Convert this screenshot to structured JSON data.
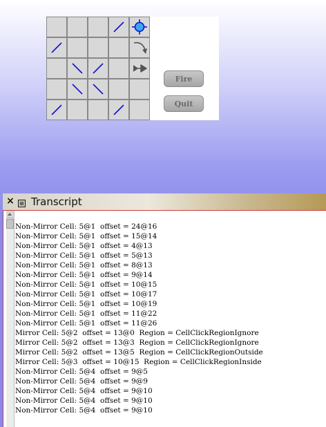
{
  "game": {
    "buttons": {
      "fire_label": "Fire",
      "quit_label": "Quit"
    },
    "mirror_color": "#1010cc",
    "grid": {
      "rows": 5,
      "cols": 5,
      "cells": [
        [
          "",
          "",
          "",
          "/",
          "target"
        ],
        [
          "/",
          "",
          "",
          "",
          "rotate"
        ],
        [
          "",
          "\\",
          "/",
          "",
          "gun"
        ],
        [
          "",
          "\\",
          "\\",
          "",
          ""
        ],
        [
          "/",
          "",
          "",
          "/",
          ""
        ]
      ]
    }
  },
  "transcript": {
    "title": "Transcript",
    "close_glyph": "×",
    "lines": [
      "Non-Mirror Cell: 5@1  offset = 24@16",
      "Non-Mirror Cell: 5@1  offset = 15@14",
      "Non-Mirror Cell: 5@1  offset = 4@13",
      "Non-Mirror Cell: 5@1  offset = 5@13",
      "Non-Mirror Cell: 5@1  offset = 8@13",
      "Non-Mirror Cell: 5@1  offset = 9@14",
      "Non-Mirror Cell: 5@1  offset = 10@15",
      "Non-Mirror Cell: 5@1  offset = 10@17",
      "Non-Mirror Cell: 5@1  offset = 10@19",
      "Non-Mirror Cell: 5@1  offset = 11@22",
      "Non-Mirror Cell: 5@1  offset = 11@26",
      "Mirror Cell: 5@2  offset = 13@0  Region = CellClickRegionIgnore",
      "Mirror Cell: 5@2  offset = 13@3  Region = CellClickRegionIgnore",
      "Mirror Cell: 5@2  offset = 13@5  Region = CellClickRegionOutside",
      "Mirror Cell: 5@3  offset = 10@15  Region = CellClickRegionInside",
      "Non-Mirror Cell: 5@4  offset = 9@5",
      "Non-Mirror Cell: 5@4  offset = 9@9",
      "Non-Mirror Cell: 5@4  offset = 9@10",
      "Non-Mirror Cell: 5@4  offset = 9@10",
      "Non-Mirror Cell: 5@4  offset = 9@10"
    ]
  }
}
